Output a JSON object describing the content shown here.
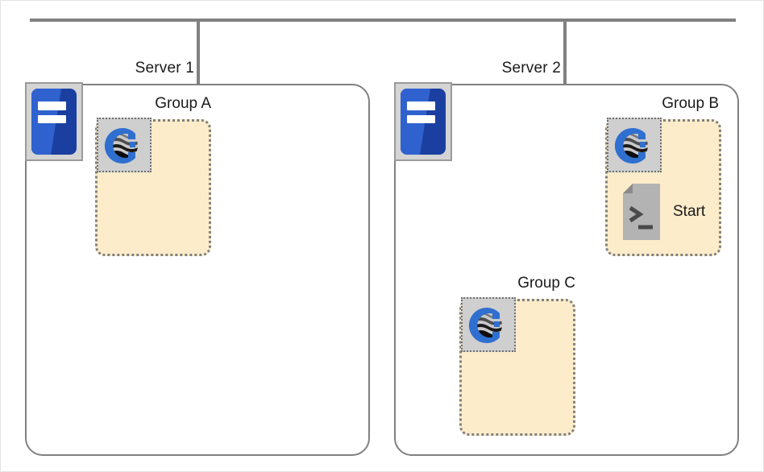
{
  "diagram": {
    "title": "Server cluster group topology",
    "colors": {
      "bus_line": "#808080",
      "container_border": "#808080",
      "group_fill": "#fcecca",
      "group_border": "#808080",
      "icon_plate": "#cfcfcf",
      "server_icon_plate": "#d4d4d4",
      "server_icon_blue": "#2f62cf",
      "server_icon_blue_dark": "#1b3fa0",
      "logo_blue": "#2f6fd0",
      "script_gray": "#b3b3b3",
      "text": "#1a1a1a"
    }
  },
  "network": {
    "bus_name": "network-bus",
    "drop_lines": [
      "server-1-drop",
      "server-2-drop"
    ]
  },
  "servers": [
    {
      "id": "server-1",
      "label": "Server 1",
      "machine_icon": "server-machine-icon",
      "groups": [
        {
          "id": "group-a",
          "label": "Group A",
          "instances": [
            {
              "id": "group-a-instance-1",
              "icon": "glassfish-instance-icon"
            }
          ],
          "scripts": []
        }
      ]
    },
    {
      "id": "server-2",
      "label": "Server 2",
      "machine_icon": "server-machine-icon",
      "groups": [
        {
          "id": "group-b",
          "label": "Group B",
          "instances": [
            {
              "id": "group-b-instance-1",
              "icon": "glassfish-instance-icon"
            }
          ],
          "scripts": [
            {
              "id": "group-b-script-start",
              "label": "Start",
              "icon": "script-terminal-icon"
            }
          ]
        },
        {
          "id": "group-c",
          "label": "Group C",
          "instances": [
            {
              "id": "group-c-instance-1",
              "icon": "glassfish-instance-icon"
            }
          ],
          "scripts": []
        }
      ]
    }
  ]
}
